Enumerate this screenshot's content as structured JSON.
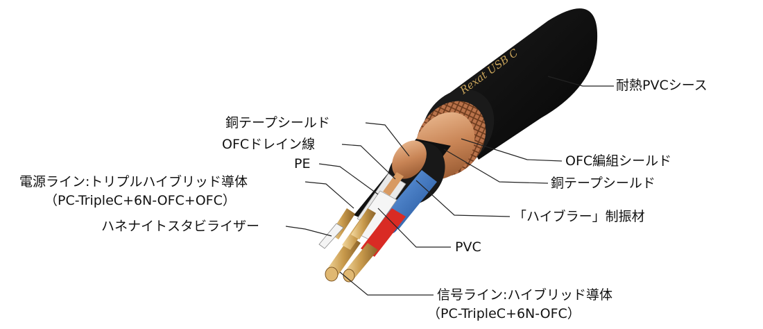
{
  "labels": {
    "outer_sheath": "耐熱PVCシース",
    "braid_shield": "OFC編組シールド",
    "copper_tape_right": "銅テープシールド",
    "damping_material": "「ハイブラー」制振材",
    "pvc": "PVC",
    "signal_line": "信号ライン:ハイブリッド導体",
    "signal_line_sub": "（PC-TripleC+6N-OFC）",
    "copper_tape_left": "銅テープシールド",
    "drain_wire": "OFCドレイン線",
    "pe": "PE",
    "power_line": "電源ライン:トリプルハイブリッド導体",
    "power_line_sub": "（PC-TripleC+6N-OFC+OFC）",
    "stabilizer": "ハネナイトスタビライザー"
  },
  "jacket_text": "Rexat   USB C",
  "colors": {
    "jacket": "#141414",
    "braid": "#c07a4a",
    "copper_tape": "#d59a6c",
    "blue_core": "#2f6fc4",
    "red_core": "#d92b24",
    "gold_conductor": "#d8b06a",
    "leader_line": "#222222"
  }
}
